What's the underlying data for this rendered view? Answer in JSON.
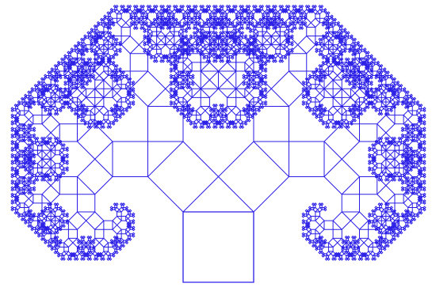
{
  "figure": {
    "kind": "pythagoras-tree-fractal",
    "depth": 11,
    "branch_angle_degrees": 45,
    "colors": {
      "background": "#ffffff",
      "stroke": "#2a1ee6"
    }
  }
}
